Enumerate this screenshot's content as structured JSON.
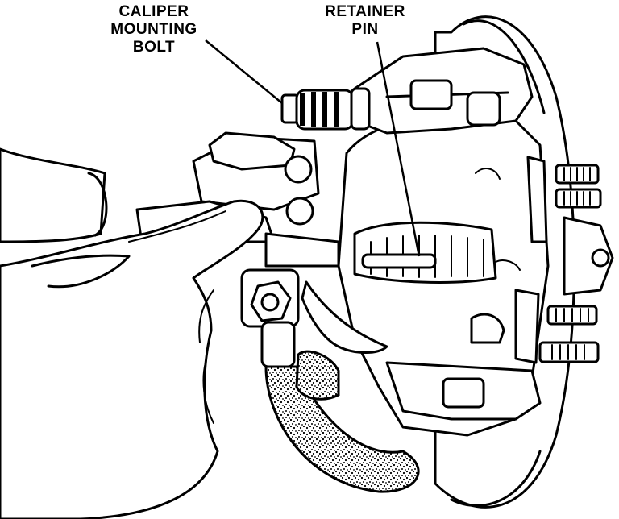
{
  "labels": {
    "caliper_mounting_bolt": [
      "CALIPER",
      "MOUNTING",
      "BOLT"
    ],
    "retainer_pin": [
      "RETAINER",
      "PIN"
    ]
  },
  "colors": {
    "ink": "#000000",
    "paper": "#ffffff"
  }
}
